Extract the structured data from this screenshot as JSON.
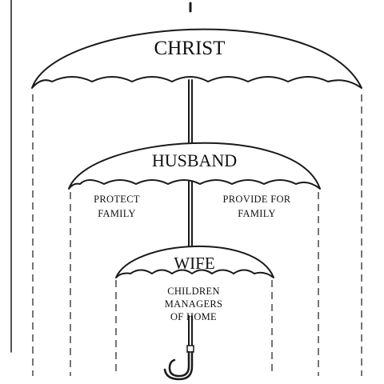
{
  "umbrellas": {
    "christ": {
      "label": "CHRIST"
    },
    "husband": {
      "label": "HUSBAND",
      "left_lines": [
        "PROTECT",
        "FAMILY"
      ],
      "right_lines": [
        "PROVIDE FOR",
        "FAMILY"
      ]
    },
    "wife": {
      "label": "WIFE",
      "lines": [
        "CHILDREN",
        "MANAGERS",
        "OF HOME"
      ]
    }
  }
}
